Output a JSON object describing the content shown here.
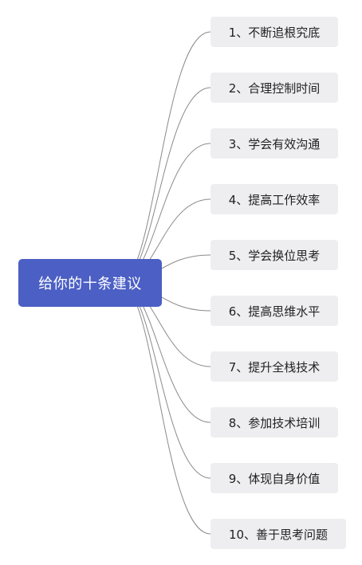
{
  "root": {
    "label": "给你的十条建议"
  },
  "branches": [
    {
      "label": "1、不断追根究底"
    },
    {
      "label": "2、合理控制时间"
    },
    {
      "label": "3、学会有效沟通"
    },
    {
      "label": "4、提高工作效率"
    },
    {
      "label": "5、学会换位思考"
    },
    {
      "label": "6、提高思维水平"
    },
    {
      "label": "7、提升全栈技术"
    },
    {
      "label": "8、参加技术培训"
    },
    {
      "label": "9、体现自身价值"
    },
    {
      "label": "10、善于思考问题"
    }
  ],
  "colors": {
    "root_fill": "#4b5fc4",
    "branch_fill": "#eeeef0",
    "connector": "#8a8a8a"
  }
}
